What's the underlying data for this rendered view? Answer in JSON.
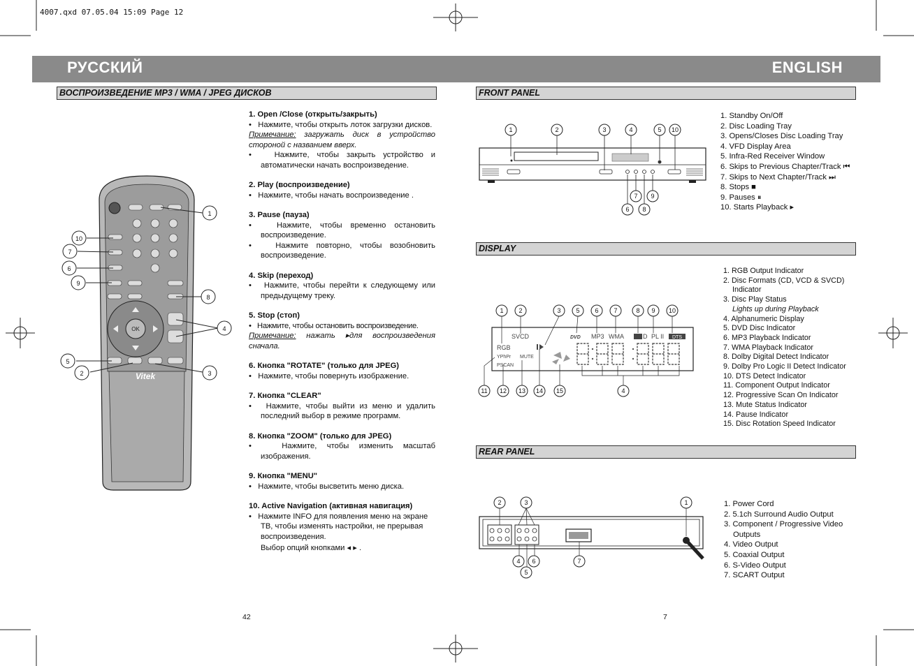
{
  "header_line": "4007.qxd  07.05.04  15:09  Page 12",
  "banner": {
    "left": "РУССКИЙ",
    "right": "ENGLISH"
  },
  "ru": {
    "section_title": "ВОСПРОИЗВЕДЕНИЕ MP3 / WMA / JPEG ДИСКОВ",
    "i1_h": "1.  Open /Close (открыть/закрыть)",
    "i1_b1": "Нажмите, чтобы открыть лоток загрузки дисков.",
    "i1_note_label": "Примечание:",
    "i1_note": " загружать диск в устройство стороной с названием вверх.",
    "i1_b2": "Нажмите, чтобы закрыть устройство и автоматически начать воспроизведение.",
    "i2_h": "2.  Play (воспроизведение)",
    "i2_b1": "Нажмите, чтобы начать воспроизведение .",
    "i3_h": "3.  Pause (пауза)",
    "i3_b1": "Нажмите, чтобы временно остановить воспроизведение.",
    "i3_b2": "Нажмите повторно, чтобы возобновить воспроизведение.",
    "i4_h": "4.  Skip (переход)",
    "i4_b1": "Нажмите, чтобы перейти к следующему или предыдущему треку.",
    "i5_h": "5.  Stop (стоп)",
    "i5_b1": "Нажмите, чтобы остановить воспроизведение.",
    "i5_note_label": "Примечание:",
    "i5_note": " нажать ▸для воспроизведения сначала.",
    "i6_h": "6.  Кнопка \"ROTATE\" (только для JPEG)",
    "i6_b1": "Нажмите, чтобы повернуть изображение.",
    "i7_h": "7.  Кнопка \"CLEAR\"",
    "i7_b1": "Нажмите, чтобы выйти из меню и удалить последний выбор в режиме программ.",
    "i8_h": "8.  Кнопка \"ZOOM\" (только для JPEG)",
    "i8_b1": "Нажмите, чтобы изменить масштаб изображения.",
    "i9_h": "9.  Кнопка \"MENU\"",
    "i9_b1": "Нажмите, чтобы высветить меню диска.",
    "i10_h": "10. Active Navigation (активная навигация)",
    "i10_b1": "Нажмите INFO для появления меню на экране ТВ, чтобы изменять настройки, не прерывая воспроизведения.",
    "i10_b2": "Выбор опций кнопками ◂ ▸ ."
  },
  "remote": {
    "brand": "Vitek",
    "ok": "OK",
    "callouts": [
      "1",
      "10",
      "7",
      "6",
      "9",
      "8",
      "4",
      "5",
      "2",
      "3"
    ]
  },
  "en": {
    "front_title": "FRONT PANEL",
    "front_items": [
      "1. Standby On/Off",
      "2. Disc Loading Tray",
      "3. Opens/Closes Disc Loading Tray",
      "4. VFD Display Area",
      "5. Infra-Red Receiver Window",
      "6. Skips to Previous Chapter/Track ⏮",
      "7. Skips to Next Chapter/Track ⏭",
      "8. Stops ■",
      "9. Pauses ⏸",
      "10. Starts Playback ▸"
    ],
    "display_title": "DISPLAY",
    "display_items": [
      "1. RGB Output Indicator",
      "2. Disc Formats (CD, VCD & SVCD)",
      "Indicator",
      "3. Disc Play Status",
      "Lights up during Playback",
      "4. Alphanumeric Display",
      "5. DVD Disc Indicator",
      "6. MP3 Playback Indicator",
      "7. WMA Playback Indicator",
      "8. Dolby Digital Detect Indicator",
      "9. Dolby Pro Logic II Detect Indicator",
      "10. DTS Detect Indicator",
      "11. Component Output Indicator",
      "12. Progressive Scan On Indicator",
      "13. Mute Status Indicator",
      "14. Pause Indicator",
      "15. Disc Rotation Speed Indicator"
    ],
    "display_labels": {
      "svcd": "SVCD",
      "dvd": "DVD",
      "mp3": "MP3",
      "wma": "WMA",
      "dd": "D",
      "pl": "PL II",
      "dts": "DTS",
      "rgb": "RGB",
      "yphpr": "YPhPr",
      "pscan": "PSCAN",
      "mute": "MUTE"
    },
    "rear_title": "REAR PANEL",
    "rear_items": [
      "1. Power Cord",
      "2. 5.1ch Surround Audio Output",
      "3. Component / Progressive Video",
      "Outputs",
      "4. Video Output",
      "5. Coaxial Output",
      "6. S-Video Output",
      "7. SCART Output"
    ]
  },
  "page_numbers": {
    "left": "42",
    "right": "7"
  }
}
